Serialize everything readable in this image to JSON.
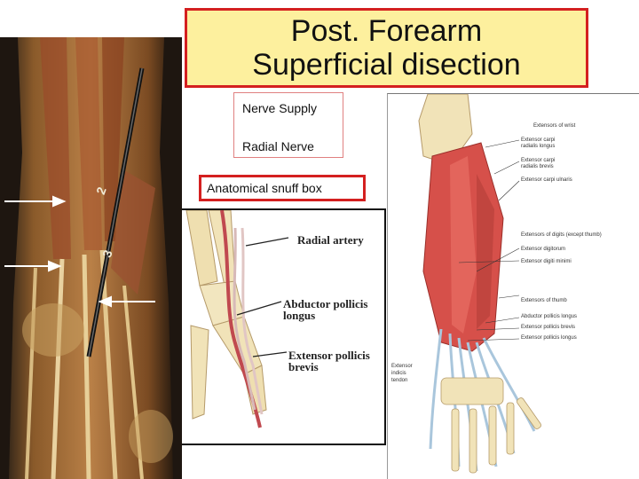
{
  "title": {
    "line1": "Post. Forearm",
    "line2": "Superficial disection"
  },
  "nerve_box": {
    "line1": "Nerve Supply",
    "line2": "Radial Nerve"
  },
  "snuff_box": {
    "label": "Anatomical snuff box"
  },
  "photo": {
    "numbers": [
      "2",
      "3"
    ]
  },
  "snuff_diagram": {
    "labels": {
      "radial_artery": "Radial artery",
      "apl_line1": "Abductor pollicis",
      "apl_line2": "longus",
      "epb_line1": "Extensor pollicis",
      "epb_line2": "brevis"
    }
  },
  "netter": {
    "labels": {
      "extensors_wrist": "Extensors of wrist",
      "ecrl_1": "Extensor carpi",
      "ecrl_2": "radialis longus",
      "ecrb_1": "Extensor carpi",
      "ecrb_2": "radialis brevis",
      "ecu": "Extensor carpi ulnaris",
      "extensors_digits": "Extensors of digits (except thumb)",
      "ed": "Extensor digitorum",
      "edm": "Extensor digiti minimi",
      "extensors_thumb": "Extensors of thumb",
      "apl": "Abductor pollicis longus",
      "epb": "Extensor pollicis brevis",
      "epl": "Extensor pollicis longus",
      "eit_1": "Extensor",
      "eit_2": "indicis",
      "eit_3": "tendon"
    }
  },
  "colors": {
    "title_bg": "#fdf09e",
    "accent_border": "#d42020",
    "muscle": "#d6504a",
    "tendon": "#a9c6dc",
    "bone": "#f1e3b8"
  }
}
